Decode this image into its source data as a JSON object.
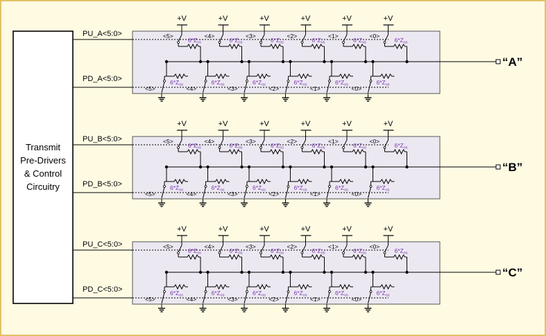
{
  "colors": {
    "background": "#fffbe3",
    "border": "#e3c267",
    "driver_fill": "#ece8f1",
    "driver_stroke": "#555555",
    "wire": "#000000",
    "resistor_label": "#7a39b0"
  },
  "control_block": {
    "lines": [
      "Transmit",
      "Pre-Drivers",
      "& Control",
      "Circuitry"
    ]
  },
  "supply_label": "+V",
  "resistor_label": "6*Z",
  "resistor_label_sub": "os",
  "bit_labels": [
    "<5>",
    "<4>",
    "<3>",
    "<2>",
    "<1>",
    "<0>"
  ],
  "channels": [
    {
      "pu_bus": "PU_A<5:0>",
      "pd_bus": "PD_A<5:0>",
      "output": "“A”"
    },
    {
      "pu_bus": "PU_B<5:0>",
      "pd_bus": "PD_B<5:0>",
      "output": "“B”"
    },
    {
      "pu_bus": "PU_C<5:0>",
      "pd_bus": "PD_C<5:0>",
      "output": "“C”"
    }
  ]
}
